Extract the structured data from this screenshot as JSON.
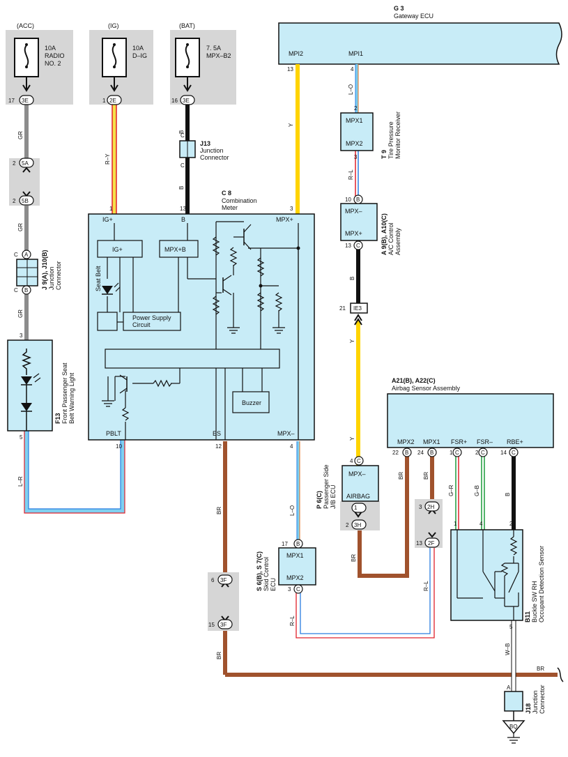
{
  "colors": {
    "wire_gray": "#8c8c8c",
    "wire_red": "#e0202a",
    "wire_yellow_light": "#f4e04a",
    "wire_yellow": "#ffd400",
    "wire_black": "#111111",
    "wire_blue": "#2a7de0",
    "wire_light_blue": "#7fd0f0",
    "wire_brown": "#a0522d",
    "wire_green": "#1a9a3a",
    "wire_white": "#ffffff",
    "component_fill": "#c8ecf7",
    "connector_fill": "#d6d6d6"
  },
  "fuses": {
    "acc": {
      "supply": "(ACC)",
      "rating": "10A",
      "name_line1": "RADIO",
      "name_line2": "NO. 2",
      "pin": "17",
      "conn": "3E"
    },
    "ig": {
      "supply": "(IG)",
      "rating": "10A",
      "name_line1": "D–IG",
      "pin": "1",
      "conn": "2E"
    },
    "bat": {
      "supply": "(BAT)",
      "rating": "7. 5A",
      "name_line1": "MPX–B2",
      "pin": "16",
      "conn": "3E"
    }
  },
  "gateway": {
    "id": "G 3",
    "name": "Gateway ECU",
    "pin_mpi2": "MPI2",
    "pin_mpi1": "MPI1",
    "pin_num_mpi2": "13",
    "pin_num_mpi1": "4"
  },
  "j13": {
    "id": "J13",
    "name_line1": "Junction",
    "name_line2": "Connector",
    "c_top": "C",
    "c_bot": "C"
  },
  "tire": {
    "id": "T 9",
    "name_line1": "Tire Pressure",
    "name_line2": "Monitor Receiver",
    "mpx1": "MPX1",
    "mpx2": "MPX2",
    "pin_top": "2",
    "pin_bot": "3"
  },
  "ac": {
    "id": "A 9(B), A10(C)",
    "name_line1": "A/C Control",
    "name_line2": "Assembly",
    "mpx_minus": "MPX–",
    "mpx_plus": "MPX+",
    "pin_top": "10",
    "pin_top_conn": "B",
    "pin_bot": "13",
    "pin_bot_conn": "C"
  },
  "ie3": {
    "pin": "21",
    "label": "IE3"
  },
  "combo": {
    "id": "C 8",
    "name_line1": "Combination",
    "name_line2": "Meter",
    "pin_igp": "IG+",
    "pin_b": "B",
    "pin_mpxp": "MPX+",
    "pin_num_igp": "1",
    "pin_num_b": "13",
    "pin_num_mpxp": "3",
    "box_igp": "IG+",
    "box_mpxb": "MPX+B",
    "seat_belt": "Seat Belt",
    "psc_line1": "Power Supply",
    "psc_line2": "Circuit",
    "buzzer": "Buzzer",
    "pin_pblt": "PBLT",
    "pin_es": "ES",
    "pin_mpxm": "MPX–",
    "pin_num_pblt": "10",
    "pin_num_es": "12",
    "pin_num_mpxm": "4"
  },
  "j9": {
    "id": "J 9(A), J10(B)",
    "name_line1": "Junction",
    "name_line2": "Connector",
    "c_top": "C",
    "c_top_conn": "A",
    "c_bot": "C",
    "c_bot_conn": "B"
  },
  "conn5": {
    "pin_top": "2",
    "conn_top": "5A",
    "pin_bot": "2",
    "conn_bot": "5B"
  },
  "f13": {
    "id": "F13",
    "name_line1": "Front Passenger Seat",
    "name_line2": "Belt Warning Light",
    "pin_top": "3",
    "pin_bot": "5"
  },
  "airbag": {
    "id": "A21(B), A22(C)",
    "name": "Airbag Sensor Assembly",
    "pins": [
      {
        "name": "MPX2",
        "num": "22",
        "conn": "B"
      },
      {
        "name": "MPX1",
        "num": "24",
        "conn": "B"
      },
      {
        "name": "FSR+",
        "num": "1",
        "conn": "C"
      },
      {
        "name": "FSR–",
        "num": "2",
        "conn": "C"
      },
      {
        "name": "RBE+",
        "num": "14",
        "conn": "C"
      }
    ]
  },
  "jb": {
    "id": "P 6(C)",
    "name_line1": "Passenger Side",
    "name_line2": "J/B ECU",
    "mpx_minus": "MPX–",
    "airbag": "AIRBAG",
    "pin": "4",
    "conn": "C",
    "pin1": "1",
    "pin2": "2",
    "conn2": "3H"
  },
  "skid": {
    "id": "S 6(B), S 7(C)",
    "name_line1": "Skid Control",
    "name_line2": "ECU",
    "mpx1": "MPX1",
    "mpx2": "MPX2",
    "pin_top": "17",
    "pin_top_conn": "B",
    "pin_bot": "3",
    "pin_bot_conn": "C"
  },
  "conn2h": {
    "pin_top": "3",
    "conn_top": "2H",
    "pin_bot": "13",
    "conn_bot": "2F"
  },
  "conn3f": {
    "pin_top": "6",
    "conn_top": "3F",
    "pin_bot": "15",
    "conn_bot": "3F"
  },
  "buckle": {
    "id": "B11",
    "name_line1": "Buckle SW RH",
    "name_line2": "Occupant Detection Sensor",
    "pin1": "1",
    "pin4": "4",
    "pin2": "2",
    "pin5": "5"
  },
  "j18": {
    "id": "J18",
    "name_line1": "Junction",
    "name_line2": "Connector",
    "pin": "A",
    "ground": "BQ"
  },
  "wires": {
    "gr1": "GR",
    "gr2": "GR",
    "gr3": "GR",
    "ry": "R–Y",
    "b1": "B",
    "b2": "B",
    "y1": "Y",
    "lo1": "L–O",
    "rl1": "R–L",
    "b3": "B",
    "y2": "Y",
    "y3": "Y",
    "lr": "L–R",
    "br1": "BR",
    "br2": "BR",
    "lo2": "L–O",
    "br3": "BR",
    "br4": "BR",
    "br5": "BR",
    "rl2": "R–L",
    "rl3": "R–L",
    "gr4": "G–R",
    "gb": "G–B",
    "b4": "B",
    "wb": "W–B",
    "br6": "BR"
  }
}
